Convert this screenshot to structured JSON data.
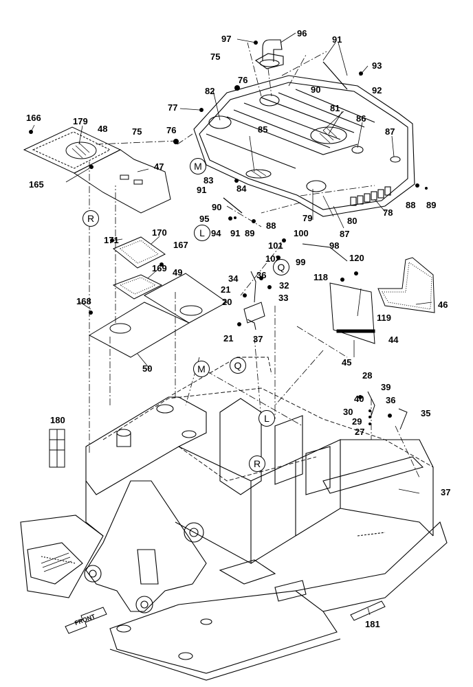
{
  "callouts": [
    "97",
    "96",
    "91",
    "75",
    "76",
    "93",
    "90",
    "92",
    "77",
    "82",
    "81",
    "86",
    "166",
    "179",
    "48",
    "76",
    "75",
    "85",
    "87",
    "47",
    "165",
    "83",
    "84",
    "91",
    "88",
    "89",
    "78",
    "79",
    "80",
    "87",
    "90",
    "95",
    "88",
    "94",
    "91",
    "89",
    "100",
    "171",
    "170",
    "101",
    "98",
    "102",
    "99",
    "167",
    "120",
    "169",
    "118",
    "34",
    "36",
    "32",
    "49",
    "21",
    "33",
    "46",
    "20",
    "168",
    "119",
    "21",
    "37",
    "44",
    "50",
    "45",
    "28",
    "39",
    "40",
    "36",
    "35",
    "30",
    "29",
    "27",
    "180",
    "37",
    "181"
  ],
  "refs": [
    "M",
    "R",
    "L",
    "Q",
    "M",
    "Q",
    "L",
    "R"
  ],
  "front_label": "FRONT",
  "colors": {
    "line": "#000000",
    "background": "#ffffff"
  }
}
